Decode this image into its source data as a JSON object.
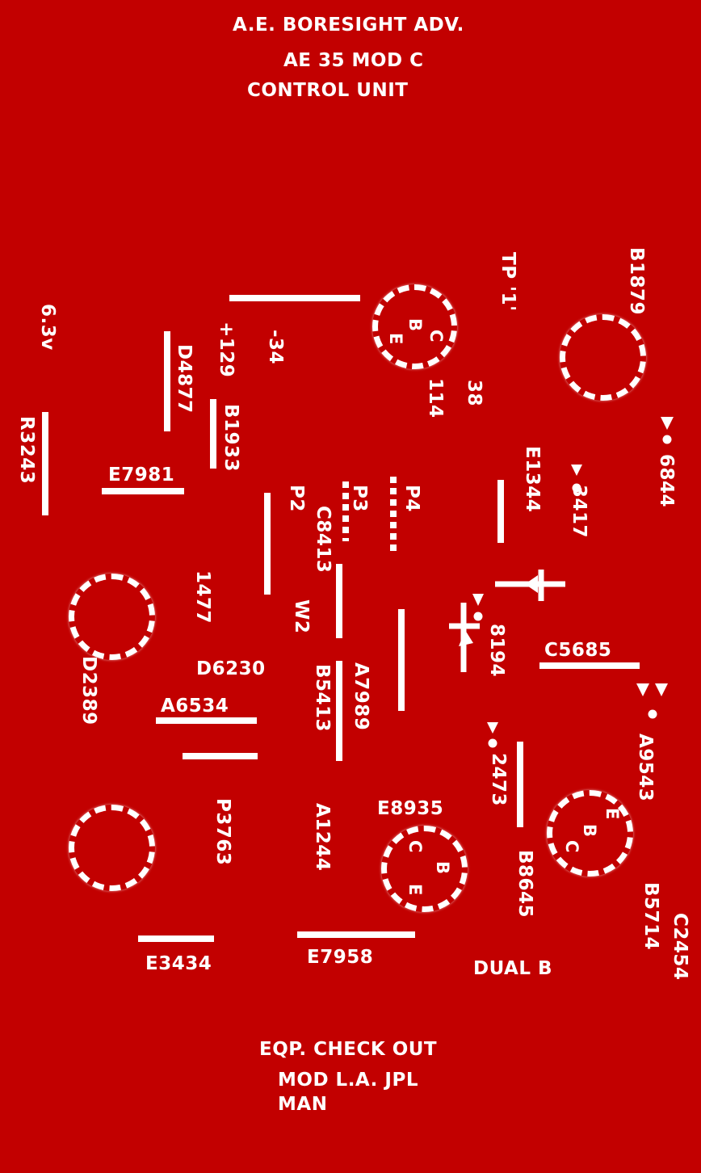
{
  "header": {
    "line1": "A.E.  BORESIGHT ADV.",
    "line2": "AE 35 MOD C",
    "line3": "CONTROL UNIT"
  },
  "footer": {
    "line1": "EQP. CHECK OUT",
    "line2": "MOD L.A. JPL",
    "line3": "MAN"
  },
  "labels": {
    "tp1": "TP '1'",
    "b1879": "B1879",
    "v63": "6.3v",
    "p129": "+129",
    "m34": "-34",
    "d4877": "D4877",
    "b1933": "B1933",
    "n114": "114",
    "n38": "38",
    "r3243": "R3243",
    "e7981": "E7981",
    "p2": "P2",
    "p3": "P3",
    "c8413": "C8413",
    "p4": "P4",
    "e1344": "E1344",
    "n3417": "3417",
    "n6844": "6844",
    "n1477": "1477",
    "w2": "W2",
    "n8194": "8194",
    "c5685": "C5685",
    "d2389": "D2389",
    "d6230": "D6230",
    "b5413": "B5413",
    "a7989": "A7989",
    "a6534": "A6534",
    "a9543": "A9543",
    "n2473": "2473",
    "p3763": "P3763",
    "a1244": "A1244",
    "e8935": "E8935",
    "b8645": "B8645",
    "b5714": "B5714",
    "c2454": "C2454",
    "e3434": "E3434",
    "e7958": "E7958",
    "dualb": "DUAL B"
  },
  "transistors": {
    "t1": {
      "c": "C",
      "b": "B",
      "e": "E"
    },
    "t2": {
      "c": "C",
      "b": "B",
      "e": "E"
    },
    "t3": {
      "c": "C",
      "b": "B",
      "e": "E"
    }
  },
  "colors": {
    "board": "#c20000",
    "ink": "#ffffff"
  }
}
